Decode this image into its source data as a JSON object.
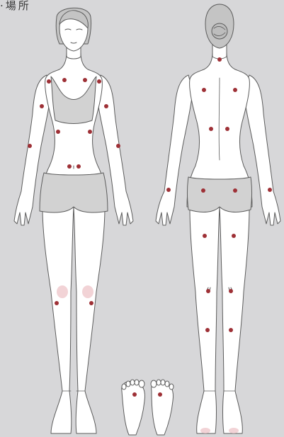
{
  "caption": "·場所",
  "colors": {
    "background": "#d7d7d9",
    "skin": "#ffffff",
    "outline": "#5c5c5c",
    "garment": "#d2d2d2",
    "hair": "#c4c4c4",
    "point": "#9e3036",
    "blush": "#efc8cc"
  },
  "figures": [
    {
      "name": "front-view-figure",
      "icon": "woman-front-illustration"
    },
    {
      "name": "back-view-figure",
      "icon": "woman-back-illustration"
    },
    {
      "name": "soles-figure",
      "icon": "foot-soles-illustration"
    }
  ]
}
